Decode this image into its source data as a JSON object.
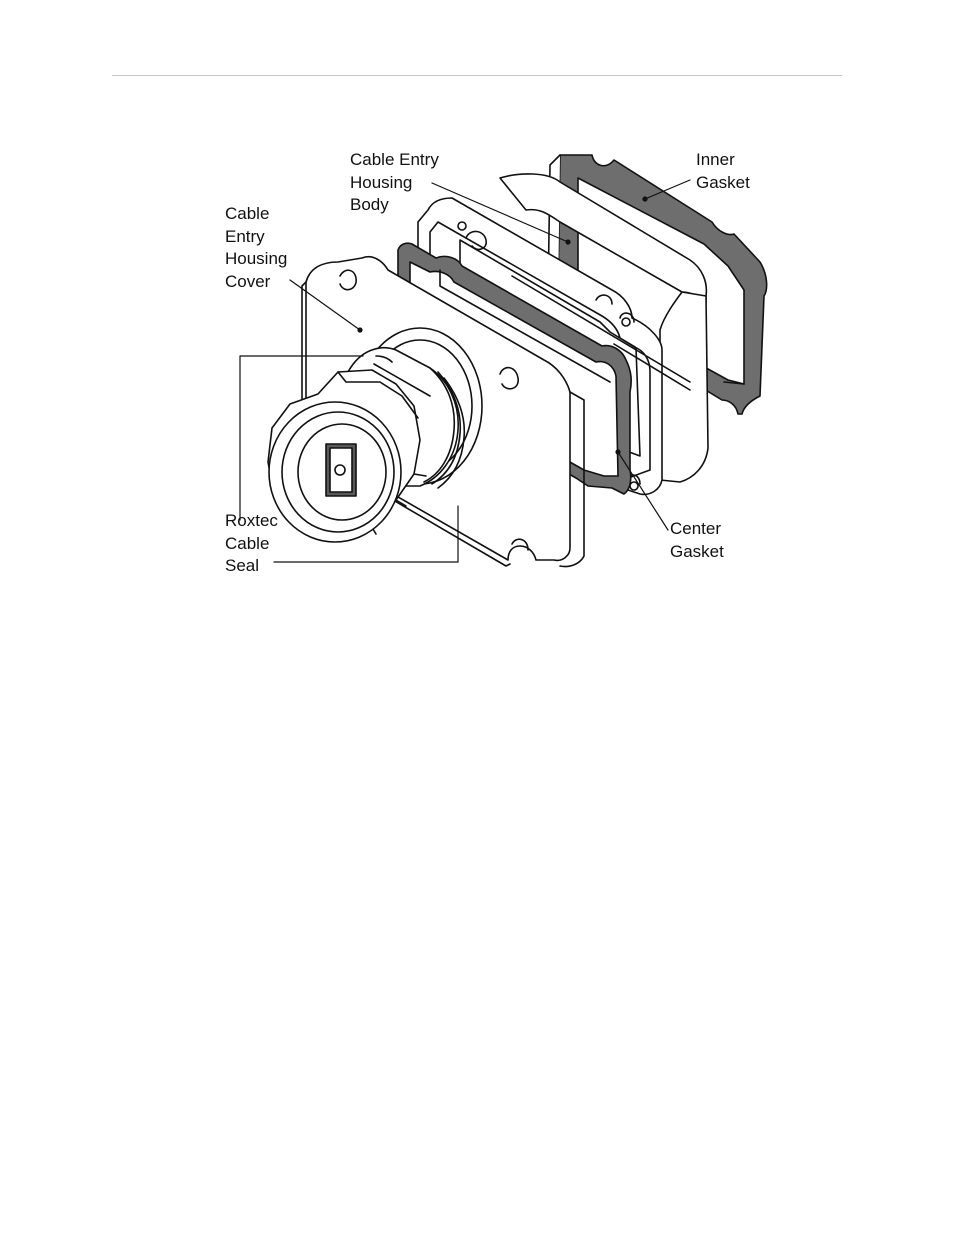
{
  "figure": {
    "labels": {
      "housing_body": [
        "Cable Entry",
        "Housing",
        "Body"
      ],
      "inner_gasket": [
        "Inner",
        "Gasket"
      ],
      "housing_cover": [
        "Cable",
        "Entry",
        "Housing",
        "Cover"
      ],
      "cable_seal": [
        "Roxtec",
        "Cable",
        "Seal"
      ],
      "center_gasket": [
        "Center",
        "Gasket"
      ]
    }
  },
  "colors": {
    "line": "#111111",
    "gasket_fill": "#6e6e6e",
    "part_fill": "#ffffff",
    "rule": "#c8c8c8"
  }
}
